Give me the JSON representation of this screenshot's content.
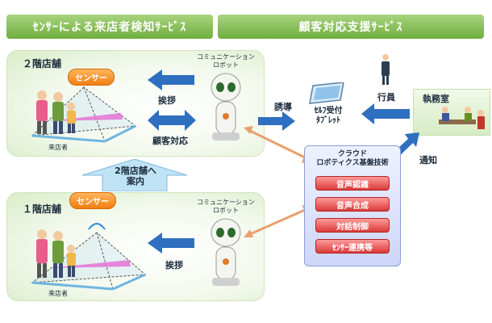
{
  "headers": {
    "left": "ｾﾝｻｰによる来店者検知ｻｰﾋﾞｽ",
    "right": "顧客対応支援ｻｰﾋﾞｽ"
  },
  "floor2": {
    "title": "２階店舗",
    "sensor": "センサー",
    "visitor": "来店者",
    "robot_label_1": "コミュニケーション",
    "robot_label_2": "ロボット",
    "greet": "挨拶",
    "service": "顧客対応"
  },
  "guide": {
    "line1": "2階店舗へ",
    "line2": "案内"
  },
  "floor1": {
    "title": "１階店舗",
    "sensor": "センサー",
    "visitor": "来店者",
    "robot_label_1": "コミュニケーション",
    "robot_label_2": "ロボット",
    "greet": "挨拶"
  },
  "flow": {
    "guide_label": "誘導",
    "tablet_line1": "ｾﾙﾌ受付",
    "tablet_line2": "ﾀﾌﾞﾚｯﾄ",
    "staff": "行員",
    "office": "執務室",
    "notify": "通知"
  },
  "cloud": {
    "title_line1": "クラウド",
    "title_line2": "ロボティクス基盤技術",
    "items": [
      "音声認識",
      "音声合成",
      "対話制御",
      "ｾﾝｻｰ連携等"
    ]
  },
  "colors": {
    "header_green": "#6fae3e",
    "arrow_blue": "#2f6fc0",
    "sensor_orange": "#f07f12",
    "tech_red": "#d93a3a",
    "link_orange": "#e8a070"
  }
}
